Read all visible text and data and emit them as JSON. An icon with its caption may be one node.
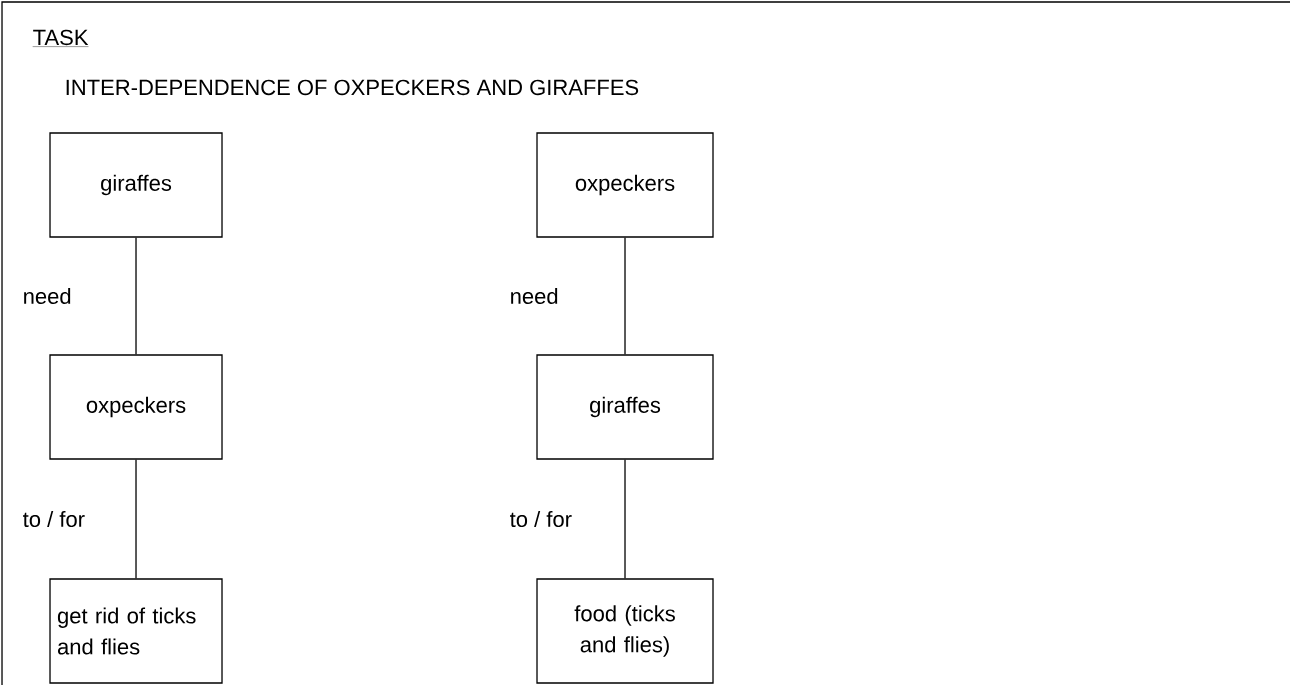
{
  "diagram": {
    "title": "INTER-DEPENDENCE OF OXPECKERS AND GIRAFFES",
    "nodes": [
      {
        "text": [
          "giraffes"
        ]
      },
      {
        "text": [
          "oxpeckers"
        ]
      },
      {
        "text": [
          "get rid of ticks and flies"
        ]
      },
      {
        "text": [
          "oxpeckers"
        ]
      },
      {
        "text": [
          "giraffes"
        ]
      },
      {
        "text": [
          "food (ticks and flies)"
        ]
      }
    ],
    "edges": [
      {
        "from": 0,
        "to": 1,
        "arrow": "none",
        "label": "need"
      },
      {
        "from": 1,
        "to": 2,
        "arrow": "none",
        "label": "to / for"
      },
      {
        "from": 3,
        "to": 4,
        "arrow": "none",
        "label": "need"
      },
      {
        "from": 4,
        "to": 5,
        "arrow": "none",
        "label": "to / for"
      }
    ],
    "labels": [
      "TASK"
    ]
  }
}
